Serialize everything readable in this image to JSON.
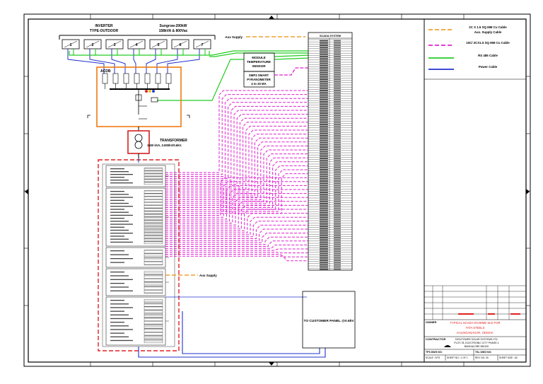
{
  "header": {
    "inverter_title": "INVERTER",
    "inverter_subtitle": "TYPE-OUTDOOR",
    "inverter_model": "Sungrow-200kW",
    "inverter_rating": "158kVA & 800Vac"
  },
  "inverters": [
    "1",
    "2",
    "3",
    "4",
    "5",
    "6",
    "7"
  ],
  "acdb_label": "ACDB",
  "aux_supply_label": "Aux Supply",
  "module_temp_sensor": [
    "MODULE",
    "TEMPERATURE",
    "SENSOR"
  ],
  "pyranometer": [
    "SMP3 SMART",
    "PYRANOMETER",
    "4 to 20 MA"
  ],
  "transformer": {
    "title": "TRANSFORMER",
    "rating": "1600 kVA, 0.800kV/0.6kV."
  },
  "customer_panel": "TO CUSTOMER PANEL @0.6kV",
  "scada_header": "SCADA SYSTEM",
  "legend": [
    {
      "line1": "2C X 1.5 SQ MM Cu Cable",
      "line2": "Aux. Supply Cable",
      "color": "#f0a030",
      "dash": "6,3"
    },
    {
      "line1": "10C/ 2CX1.5 SQ MM Cu Cable",
      "line2": "",
      "color": "#e020d0",
      "dash": "6,3"
    },
    {
      "line1": "RS 485 Cable",
      "line2": "",
      "color": "#22cc22",
      "dash": ""
    },
    {
      "line1": "Power Cable",
      "line2": "",
      "color": "#2233cc",
      "dash": ""
    }
  ],
  "title_block": {
    "owner_label": "OWNER",
    "project_line1": "TYPICAL SCADA SCHEME SLD FOR",
    "project_line2": "TATA STEELS",
    "project_line3": "KALINGANAGAR, ODISHA",
    "contractor_label": "CONTRACTOR",
    "contractor_line1": "TATA POWER SOLAR SYSTEMS LTD.",
    "contractor_line2": "PLOT-78, ELECTRONIC CITY PHASE-1",
    "contractor_line3": "BANGALORE 560100",
    "scale_label": "SCALE : NTS",
    "sheet_label": "SHEET NO.: 1 OF 1",
    "rev_label": "REV. NO. 00",
    "size_label": "SHEET SIZE : A3",
    "tps_dwg_label": "TPS DWG NO:",
    "tsl_dwg_label": "TSL DWG NO:"
  },
  "colors": {
    "power": "#2233cc",
    "rs485": "#22cc22",
    "aux": "#f0a030",
    "signal": "#e020d0",
    "acdb": "#f07a10",
    "transformer": "#d42020",
    "panel_border": "#e02020"
  }
}
